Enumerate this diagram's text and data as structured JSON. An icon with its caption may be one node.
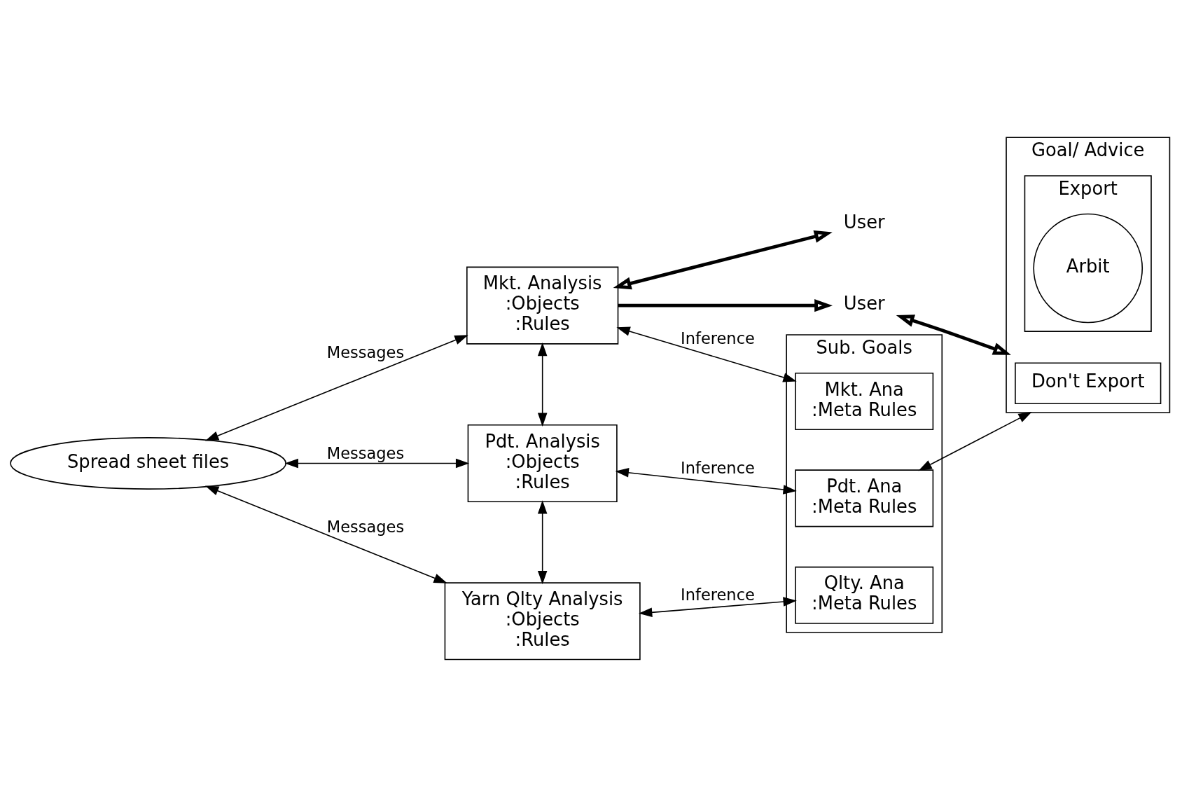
{
  "diagram": {
    "nodes": [
      {
        "text": [
          "User"
        ]
      },
      {
        "text": [
          "User"
        ]
      },
      {
        "text": [
          "Mkt. Analysis",
          ":Objects",
          ":Rules"
        ]
      },
      {
        "text": [
          "Sub. Goals"
        ]
      },
      {
        "text": [
          "Mkt. Ana",
          ":Meta Rules"
        ],
        "in": 3
      },
      {
        "text": [
          "Goal/ Advice"
        ]
      },
      {
        "text": [
          "Export"
        ],
        "in": 5
      },
      {
        "text": [
          "Arbit"
        ],
        "in": 6
      },
      {
        "text": [
          "Spread sheet files"
        ]
      },
      {
        "text": [
          "Pdt. Analysis",
          ":Objects",
          ":Rules"
        ]
      },
      {
        "text": [
          "Pdt. Ana",
          ":Meta Rules"
        ],
        "in": 3
      },
      {
        "text": [
          "Don't Export"
        ],
        "in": 5
      },
      {
        "text": [
          "Yarn Qlty Analysis",
          ":Objects",
          ":Rules"
        ]
      },
      {
        "text": [
          "Qlty. Ana",
          ":Meta Rules"
        ],
        "in": 3
      }
    ],
    "edges": [
      {
        "from": 2,
        "to": 0,
        "arrow": "both",
        "style": "thick"
      },
      {
        "from": 2,
        "to": 1,
        "arrow": "to",
        "style": "thick"
      },
      {
        "from": 1,
        "to": 5,
        "arrow": "both",
        "style": "thick"
      },
      {
        "from": 8,
        "to": 2,
        "arrow": "both",
        "label": "Messages"
      },
      {
        "from": 8,
        "to": 9,
        "arrow": "both",
        "label": "Messages"
      },
      {
        "from": 8,
        "to": 12,
        "arrow": "both",
        "label": "Messages"
      },
      {
        "from": 2,
        "to": 9,
        "arrow": "both"
      },
      {
        "from": 9,
        "to": 12,
        "arrow": "both"
      },
      {
        "from": 2,
        "to": 4,
        "arrow": "both",
        "label": "Inference"
      },
      {
        "from": 9,
        "to": 10,
        "arrow": "both",
        "label": "Inference"
      },
      {
        "from": 12,
        "to": 13,
        "arrow": "both",
        "label": "Inference"
      },
      {
        "from": 10,
        "to": 5,
        "arrow": "both"
      }
    ]
  }
}
